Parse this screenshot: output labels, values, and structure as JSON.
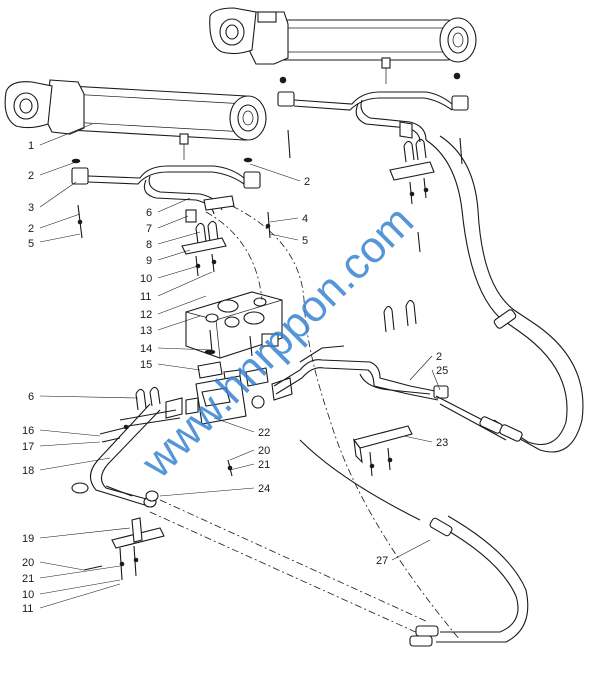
{
  "watermark": "www.hnrppon.com",
  "callouts": [
    {
      "id": "c-1a",
      "text": "1"
    },
    {
      "id": "c-2a",
      "text": "2"
    },
    {
      "id": "c-3a",
      "text": "3"
    },
    {
      "id": "c-2b",
      "text": "2"
    },
    {
      "id": "c-5a",
      "text": "5"
    },
    {
      "id": "c-2c",
      "text": "2"
    },
    {
      "id": "c-6a",
      "text": "6"
    },
    {
      "id": "c-7",
      "text": "7"
    },
    {
      "id": "c-8",
      "text": "8"
    },
    {
      "id": "c-9",
      "text": "9"
    },
    {
      "id": "c-4",
      "text": "4"
    },
    {
      "id": "c-5b",
      "text": "5"
    },
    {
      "id": "c-10a",
      "text": "10"
    },
    {
      "id": "c-11a",
      "text": "11"
    },
    {
      "id": "c-12",
      "text": "12"
    },
    {
      "id": "c-13",
      "text": "13"
    },
    {
      "id": "c-14",
      "text": "14"
    },
    {
      "id": "c-15",
      "text": "15"
    },
    {
      "id": "c-6b",
      "text": "6"
    },
    {
      "id": "c-16",
      "text": "16"
    },
    {
      "id": "c-17",
      "text": "17"
    },
    {
      "id": "c-18",
      "text": "18"
    },
    {
      "id": "c-22",
      "text": "22"
    },
    {
      "id": "c-20a",
      "text": "20"
    },
    {
      "id": "c-21a",
      "text": "21"
    },
    {
      "id": "c-24",
      "text": "24"
    },
    {
      "id": "c-2d",
      "text": "2"
    },
    {
      "id": "c-25",
      "text": "25"
    },
    {
      "id": "c-23",
      "text": "23"
    },
    {
      "id": "c-19",
      "text": "19"
    },
    {
      "id": "c-20b",
      "text": "20"
    },
    {
      "id": "c-21b",
      "text": "21"
    },
    {
      "id": "c-10b",
      "text": "10"
    },
    {
      "id": "c-11b",
      "text": "11"
    },
    {
      "id": "c-27",
      "text": "27"
    }
  ]
}
